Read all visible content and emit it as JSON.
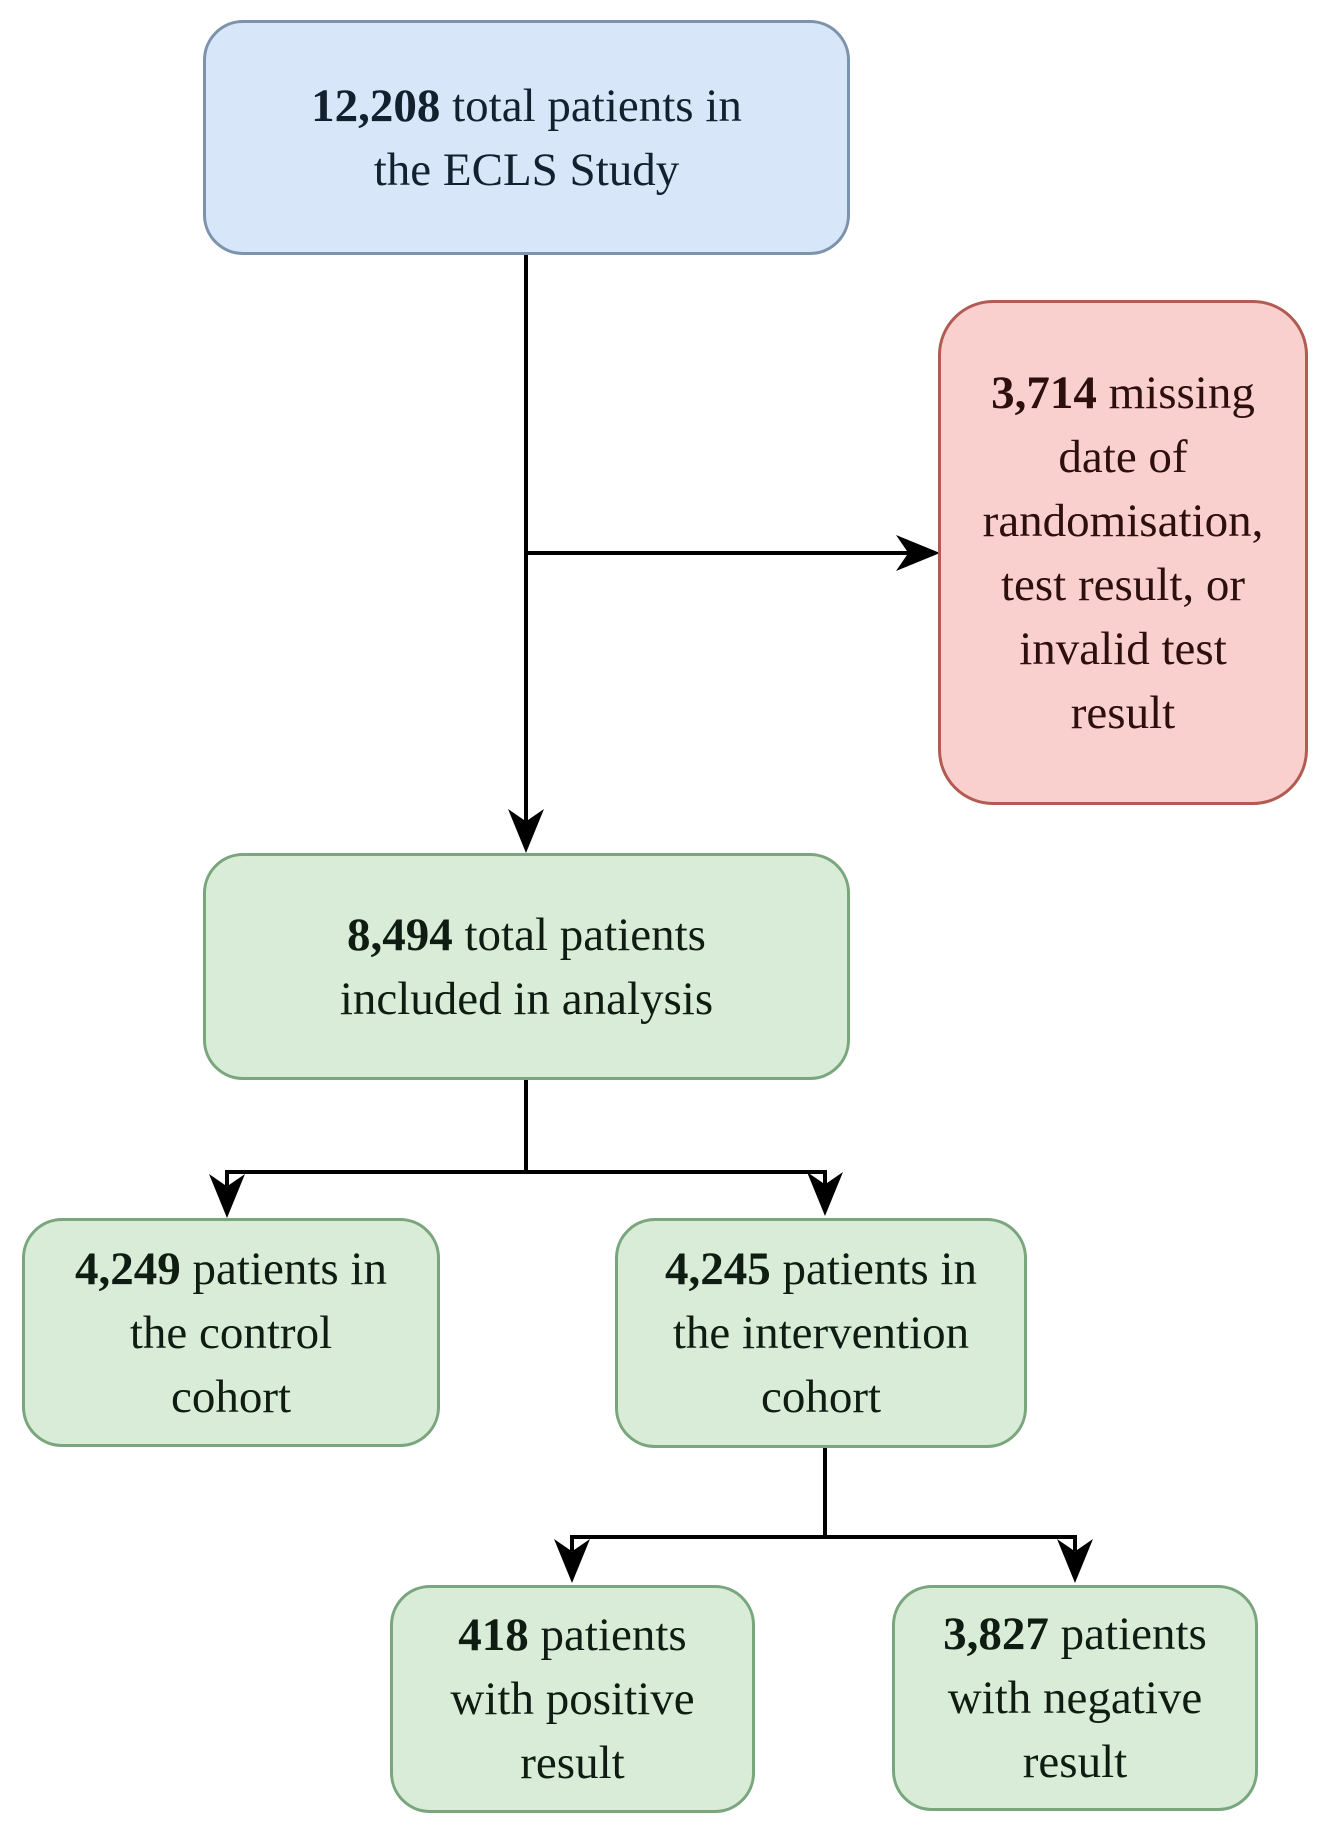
{
  "colors": {
    "canvas_bg": "#ffffff",
    "line_color": "#000000",
    "blue_fill": "#d7e6f9",
    "blue_border": "#7d92ab",
    "blue_text": "#13202e",
    "green_fill": "#d9ecd8",
    "green_border": "#7aa67e",
    "green_text": "#0e1c12",
    "red_fill": "#f9d0cd",
    "red_border": "#b25b52",
    "red_text": "#2d0f0d"
  },
  "boxes": {
    "study": {
      "num": "12,208",
      "line1": " total patients in",
      "line2": "the ECLS Study"
    },
    "excluded": {
      "num": "3,714",
      "line1": " missing",
      "line2": "date of",
      "line3": "randomisation,",
      "line4": "test result, or",
      "line5": "invalid test",
      "line6": "result"
    },
    "included": {
      "num": "8,494",
      "line1": " total patients",
      "line2": "included in analysis"
    },
    "control": {
      "num": "4,249",
      "line1": " patients in",
      "line2": "the control",
      "line3": "cohort"
    },
    "intervention": {
      "num": "4,245",
      "line1": " patients in",
      "line2": "the intervention",
      "line3": "cohort"
    },
    "positive": {
      "num": "418",
      "line1": " patients",
      "line2": "with positive",
      "line3": "result"
    },
    "negative": {
      "num": "3,827",
      "line1": " patients",
      "line2": "with negative",
      "line3": "result"
    }
  },
  "edges": [
    {
      "from": "study",
      "to": "excluded"
    },
    {
      "from": "study",
      "to": "included"
    },
    {
      "from": "included",
      "to": "control"
    },
    {
      "from": "included",
      "to": "intervention"
    },
    {
      "from": "intervention",
      "to": "positive"
    },
    {
      "from": "intervention",
      "to": "negative"
    }
  ]
}
